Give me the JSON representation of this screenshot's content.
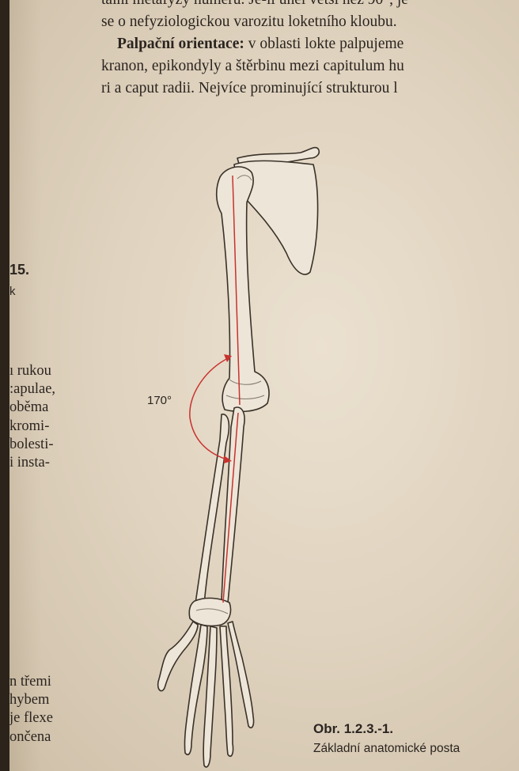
{
  "page": {
    "top_lines": [
      {
        "plain": "tální metafyzy humeru. Je-li úhel větší než 90°, je",
        "bold": ""
      },
      {
        "plain": "se o nefyziologickou varozitu loketního kloubu.",
        "bold": ""
      },
      {
        "bold": "Palpační orientace:",
        "plain": " v oblasti lokte palpujeme"
      },
      {
        "plain": "kranon, epikondyly a štěrbinu mezi capitulum hu",
        "bold": ""
      },
      {
        "plain": "ri a caput radii. Nejvíce prominující strukturou l",
        "bold": ""
      }
    ],
    "section_number": "15.",
    "section_sub": "k",
    "left_column_mid": [
      "ı rukou",
      ":apulae,",
      " oběma",
      "kromi-",
      "bolesti-",
      "i insta-"
    ],
    "left_column_bottom": [
      "n třemi",
      "hybem",
      "je flexe",
      "ončena"
    ],
    "figure": {
      "angle_label": "170°",
      "caption_title": "Obr. 1.2.3.-1.",
      "caption_text": "Základní anatomické posta"
    },
    "colors": {
      "paper": "#e4d8c3",
      "ink": "#2b2520",
      "axis_red": "#c8322e",
      "bone_fill": "#ede6d8",
      "bone_outline": "#3a3128"
    }
  }
}
